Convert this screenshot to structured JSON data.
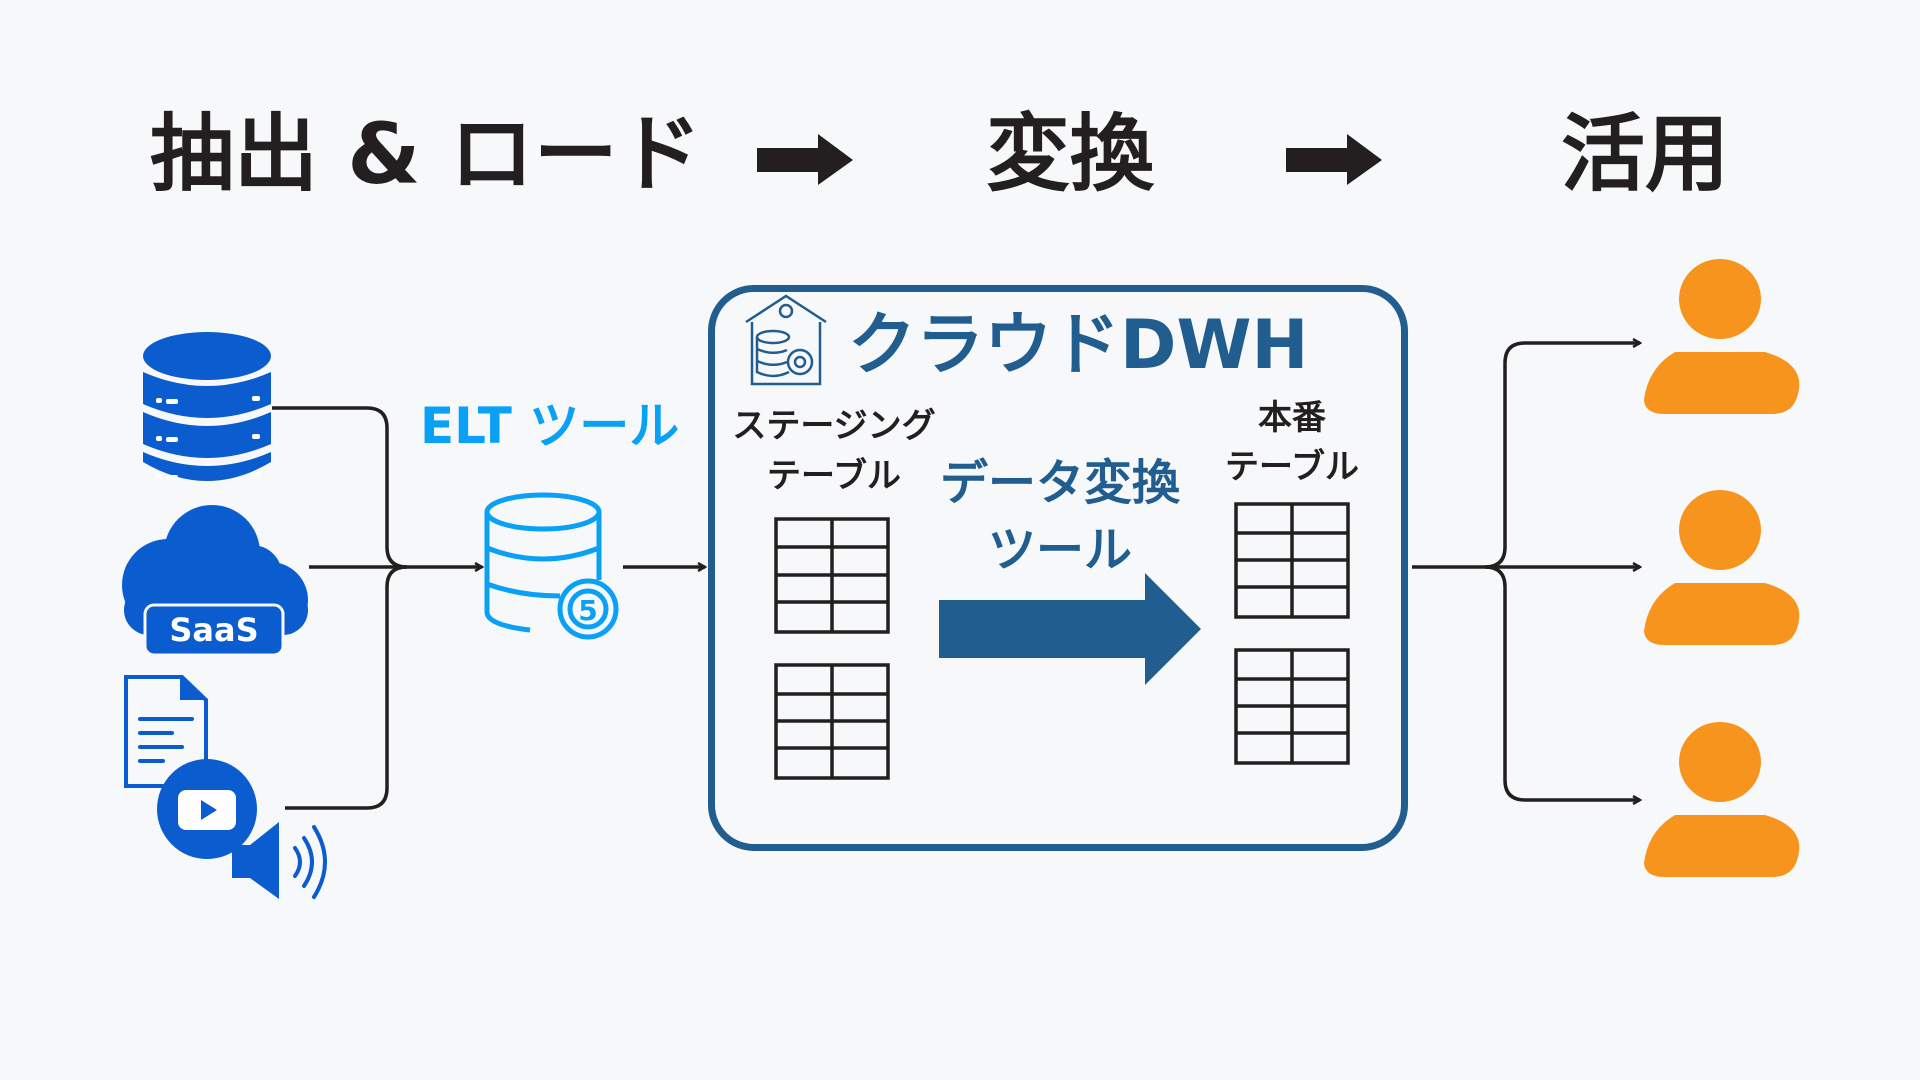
{
  "header": {
    "stages": [
      {
        "label": "抽出 & ロード"
      },
      {
        "label": "変換"
      },
      {
        "label": "活用"
      }
    ],
    "arrow_icon": "right-arrow-icon"
  },
  "sources": {
    "items": [
      {
        "name": "database",
        "icon": "database-icon"
      },
      {
        "name": "saas",
        "icon": "cloud-icon",
        "badge": "SaaS"
      },
      {
        "name": "files-media",
        "icon": "document-video-icon"
      }
    ]
  },
  "elt": {
    "label": "ELT ツール",
    "icon": "database-sync-icon"
  },
  "dwh": {
    "title": "クラウドDWH",
    "icon": "warehouse-icon",
    "staging": {
      "line1": "ステージング",
      "line2": "テーブル"
    },
    "transform": {
      "line1": "データ変換",
      "line2": "ツール"
    },
    "production": {
      "line1": "本番",
      "line2": "テーブル"
    }
  },
  "users": {
    "count": 3,
    "icon": "user-icon"
  },
  "colors": {
    "background": "#f7f8fa",
    "text": "#231f20",
    "source_blue": "#0b5ccf",
    "elt_blue": "#0aa0f5",
    "dwh_blue": "#215d8f",
    "user_orange": "#f7941d"
  }
}
